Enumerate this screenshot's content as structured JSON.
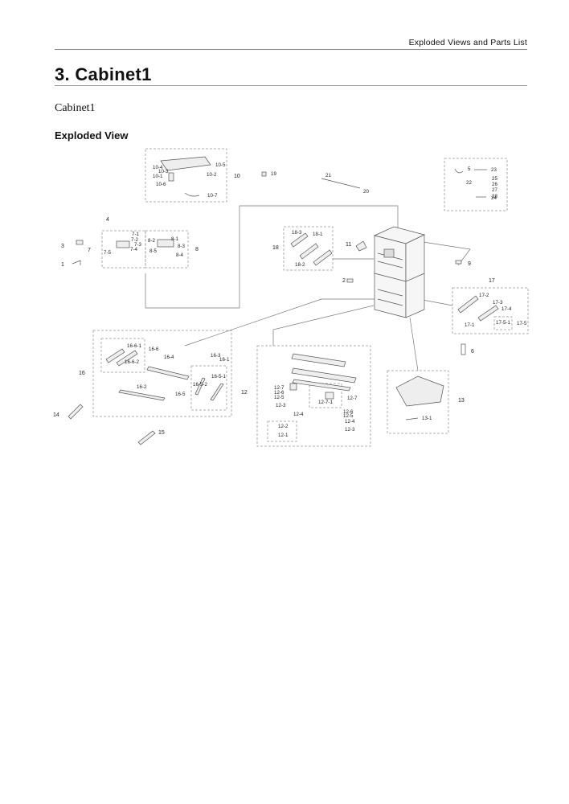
{
  "header": {
    "running_title": "Exploded Views and Parts List"
  },
  "section": {
    "title": "3.  Cabinet1",
    "subtitle": "Cabinet1",
    "view_heading": "Exploded View"
  },
  "callouts": [
    "1",
    "2",
    "3",
    "4",
    "5",
    "6",
    "7",
    "7-1",
    "7-2",
    "7-3",
    "7-4",
    "7-5",
    "8",
    "8-1",
    "8-2",
    "8-3",
    "8-4",
    "8-5",
    "9",
    "10",
    "10-1",
    "10-2",
    "10-3",
    "10-4",
    "10-5",
    "10-6",
    "10-7",
    "11",
    "12",
    "12-1",
    "12-2",
    "12-3",
    "12-4",
    "12-5",
    "12-6",
    "12-7",
    "12-7-1",
    "13",
    "13-1",
    "14",
    "15",
    "16",
    "16-1",
    "16-2",
    "16-3",
    "16-4",
    "16-5",
    "16-5-1",
    "16-5-2",
    "16-6",
    "16-6-1",
    "16-6-2",
    "17",
    "17-1",
    "17-2",
    "17-3",
    "17-4",
    "17-5",
    "17-5-1",
    "18",
    "18-1",
    "18-2",
    "18-3",
    "19",
    "20",
    "21",
    "22",
    "23",
    "24",
    "25",
    "26",
    "27",
    "28"
  ]
}
